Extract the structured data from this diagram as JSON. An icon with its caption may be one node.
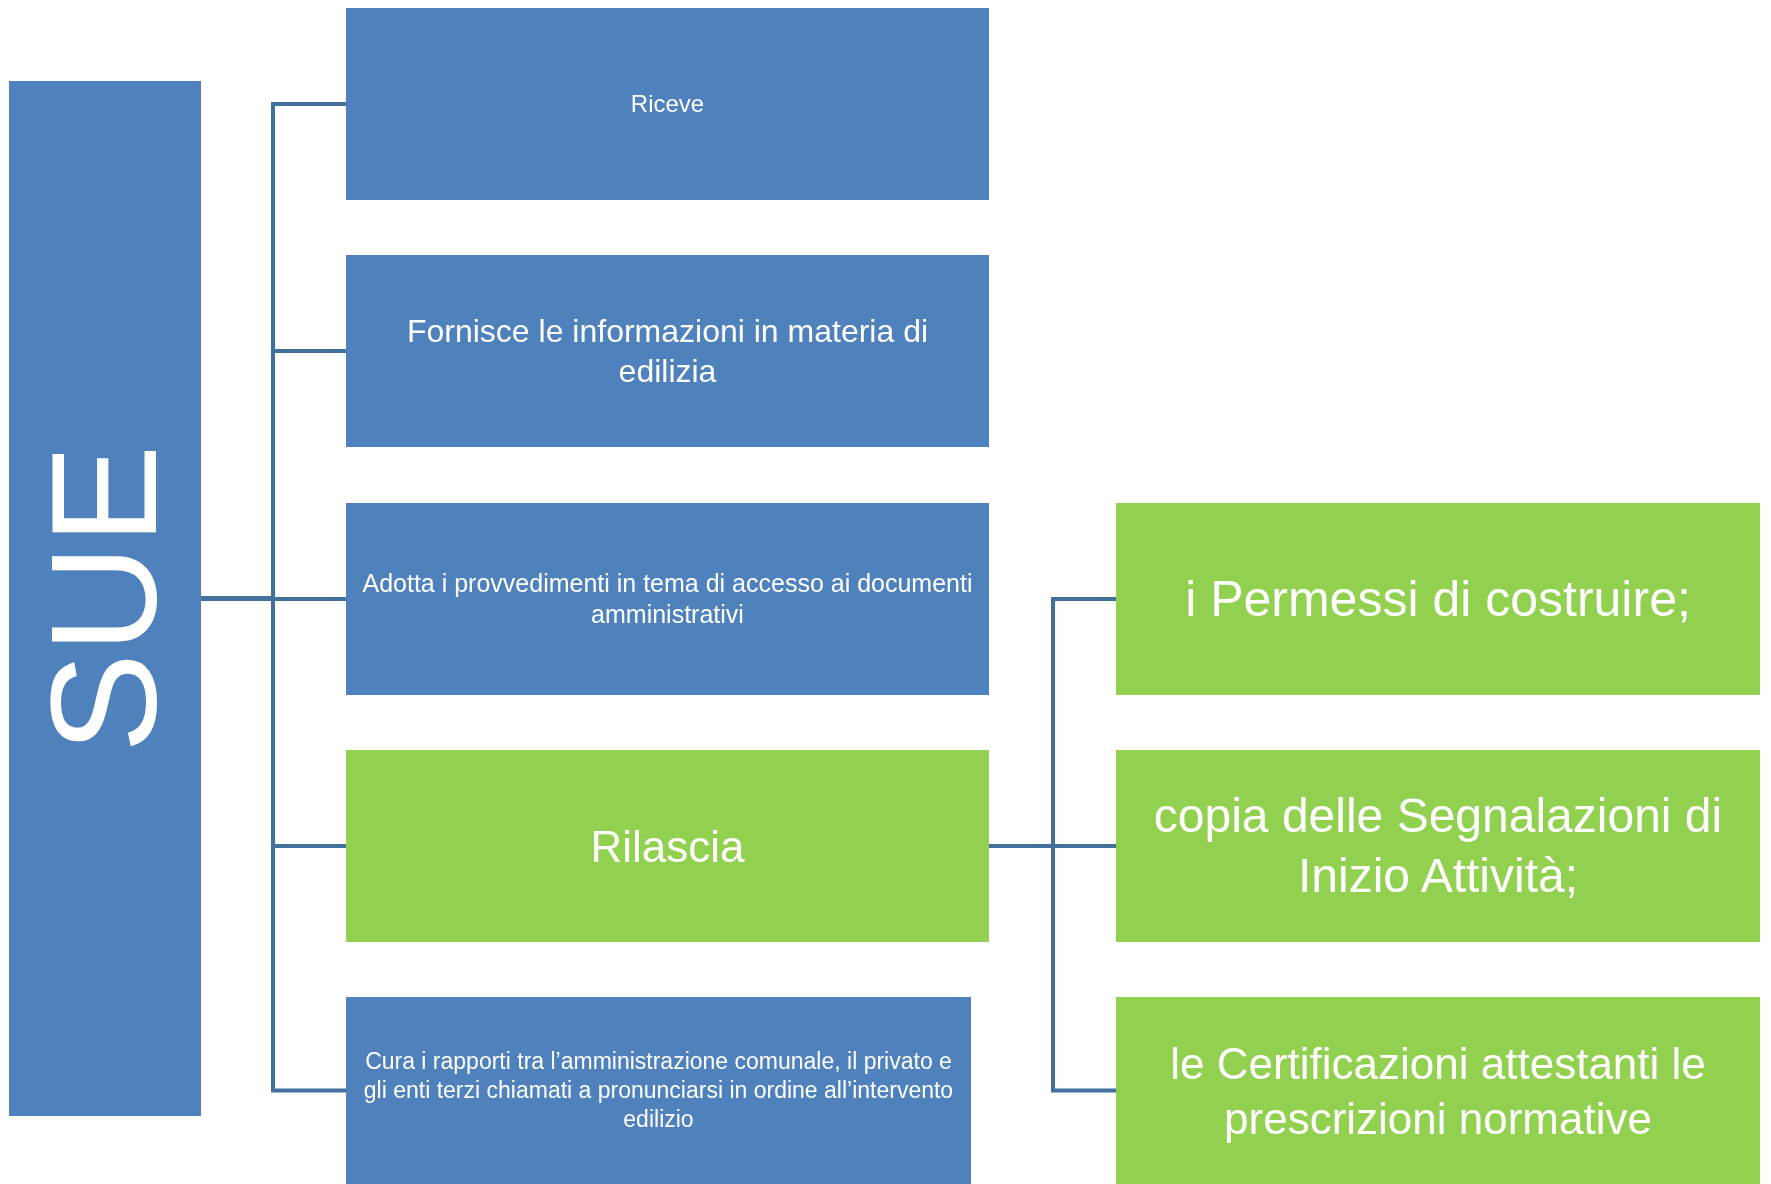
{
  "diagram": {
    "nodes": [
      {
        "text": [
          "SUE"
        ]
      },
      {
        "text": [
          "Riceve"
        ]
      },
      {
        "text": [
          "Fornisce le informazioni in materia di edilizia"
        ]
      },
      {
        "text": [
          "Adotta i provvedimenti in tema di accesso ai documenti amministrativi"
        ]
      },
      {
        "text": [
          "Rilascia"
        ]
      },
      {
        "text": [
          "Cura i rapporti tra l’amministrazione comunale, il privato e gli enti terzi chiamati a pronunciarsi in ordine all’intervento edilizio"
        ]
      },
      {
        "text": [
          "i Permessi di costruire;"
        ]
      },
      {
        "text": [
          "copia delle Segnalazioni di Inizio Attività;"
        ]
      },
      {
        "text": [
          "le Certificazioni attestanti le prescrizioni normative"
        ]
      }
    ],
    "edges": [
      {
        "from": 0,
        "to": 1,
        "arrow": "none"
      },
      {
        "from": 0,
        "to": 2,
        "arrow": "none"
      },
      {
        "from": 0,
        "to": 3,
        "arrow": "none"
      },
      {
        "from": 0,
        "to": 4,
        "arrow": "none"
      },
      {
        "from": 0,
        "to": 5,
        "arrow": "none"
      },
      {
        "from": 4,
        "to": 6,
        "arrow": "none"
      },
      {
        "from": 4,
        "to": 7,
        "arrow": "none"
      },
      {
        "from": 4,
        "to": 8,
        "arrow": "none"
      }
    ]
  }
}
